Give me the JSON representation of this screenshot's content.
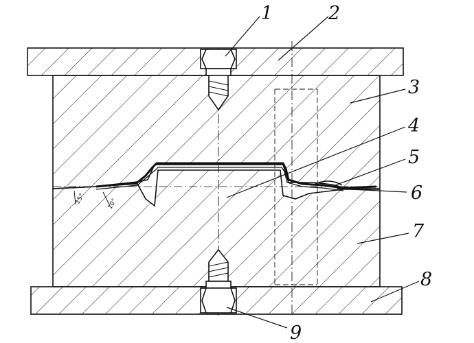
{
  "labels": {
    "n1": "1",
    "n2": "2",
    "n3": "3",
    "n4": "4",
    "n5": "5",
    "n6": "6",
    "n7": "7",
    "n8": "8",
    "n9": "9"
  },
  "angles": {
    "a15": "15°",
    "a10": "10°"
  },
  "colors": {
    "ink": "#111111",
    "paper": "#ffffff"
  }
}
